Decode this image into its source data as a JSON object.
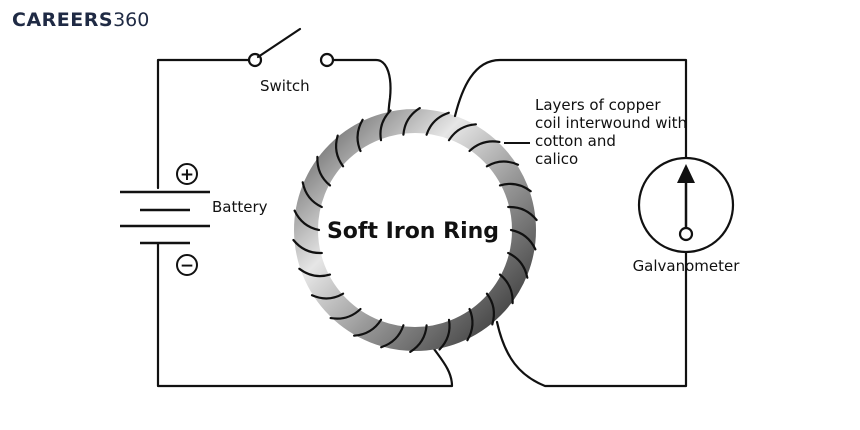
{
  "logo": {
    "text": "CAREERS",
    "number": "360"
  },
  "labels": {
    "switch": "Switch",
    "battery": "Battery",
    "ring": "Soft Iron Ring",
    "galvanometer": "Galvanometer",
    "coil_note": [
      "Layers of copper",
      "coil interwound with",
      "cotton and",
      "calico"
    ]
  },
  "symbols": {
    "plus": "+",
    "minus": "−"
  },
  "colors": {
    "logo_brand": "#1f2a44",
    "ring_light": "#dcdcdc",
    "ring_dark": "#3a3a3a"
  }
}
